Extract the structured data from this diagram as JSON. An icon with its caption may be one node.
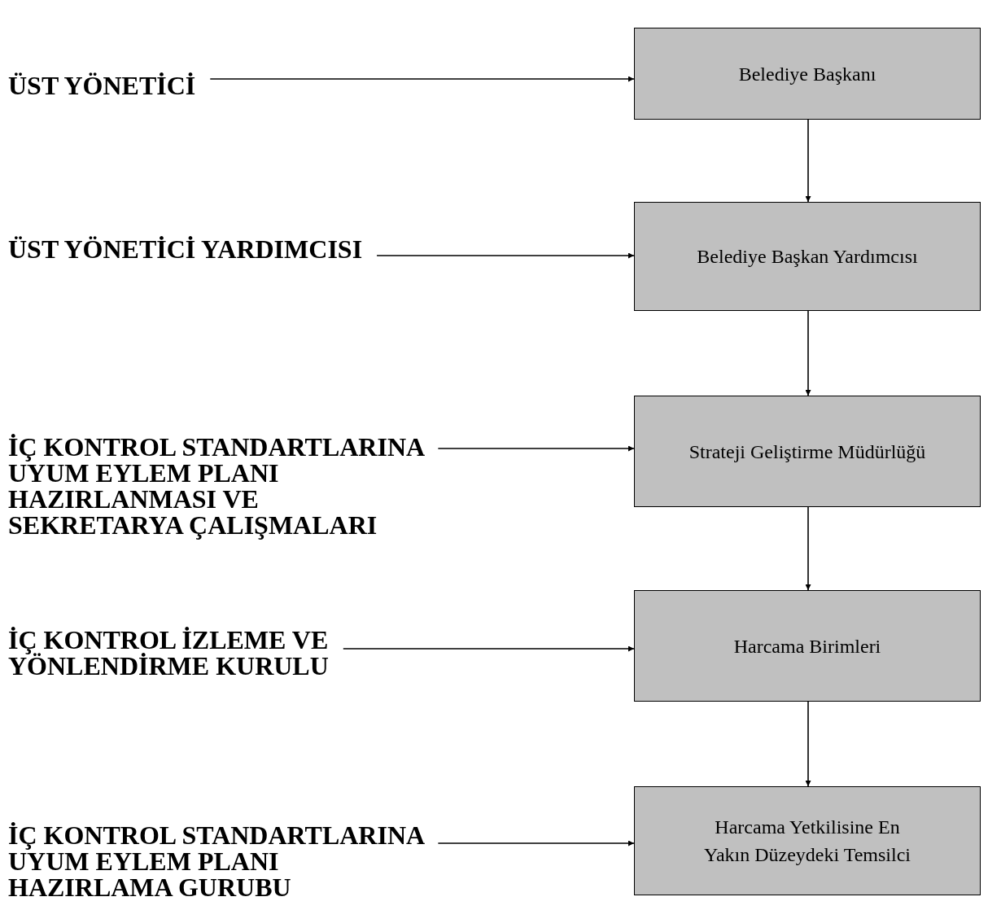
{
  "diagram": {
    "nodes": [
      {
        "text": [
          "ÜST YÖNETİCİ"
        ]
      },
      {
        "text": [
          "Belediye Başkanı"
        ]
      },
      {
        "text": [
          "ÜST YÖNETİCİ YARDIMCISI"
        ]
      },
      {
        "text": [
          "Belediye Başkan Yardımcısı"
        ]
      },
      {
        "text": [
          "İÇ KONTROL STANDARTLARINA UYUM EYLEM PLANI HAZIRLANMASI VE SEKRETARYA ÇALIŞMALARI"
        ]
      },
      {
        "text": [
          "Strateji Geliştirme Müdürlüğü"
        ]
      },
      {
        "text": [
          "İÇ KONTROL İZLEME VE YÖNLENDİRME KURULU"
        ]
      },
      {
        "text": [
          "Harcama Birimleri"
        ]
      },
      {
        "text": [
          "İÇ KONTROL STANDARTLARINA UYUM EYLEM PLANI HAZIRLAMA GURUBU"
        ]
      },
      {
        "text": [
          "Harcama Yetkilisine En Yakın Düzeydeki Temsilci"
        ]
      }
    ],
    "edges": [
      {
        "from": 0,
        "to": 1,
        "arrow": "to"
      },
      {
        "from": 2,
        "to": 3,
        "arrow": "to"
      },
      {
        "from": 4,
        "to": 5,
        "arrow": "to"
      },
      {
        "from": 6,
        "to": 7,
        "arrow": "to"
      },
      {
        "from": 8,
        "to": 9,
        "arrow": "to"
      },
      {
        "from": 1,
        "to": 3,
        "arrow": "to"
      },
      {
        "from": 3,
        "to": 5,
        "arrow": "to"
      },
      {
        "from": 5,
        "to": 7,
        "arrow": "to"
      },
      {
        "from": 7,
        "to": 9,
        "arrow": "to"
      }
    ]
  }
}
